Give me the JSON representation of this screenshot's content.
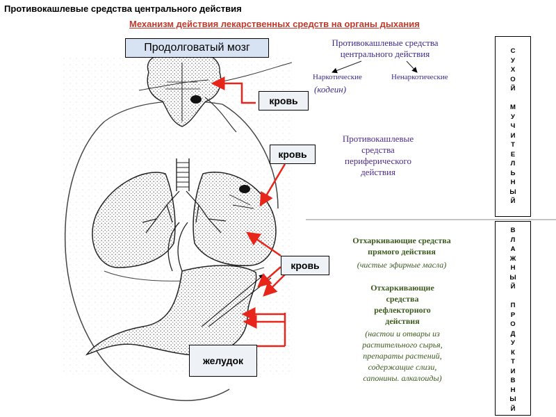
{
  "title": "Противокашлевые средства центрального действия",
  "subtitle": "Механизм действия лекарственных средств на органы дыхания",
  "labels": {
    "medulla": "Продолговатый мозг",
    "blood": "кровь",
    "stomach": "желудок"
  },
  "central": {
    "heading_line1": "Противокашлевые средства",
    "heading_line2": "центрального действия",
    "narcotic": "Наркотические",
    "non_narcotic": "Ненаркотические",
    "codeine": "(кодеин)"
  },
  "peripheral": {
    "line1": "Противокашлевые",
    "line2": "средства",
    "line3": "периферического",
    "line4": "действия"
  },
  "expectorant_direct": {
    "line1": "Отхаркивающие средства",
    "line2": "прямого действия",
    "note": "(чистые эфирные масла)"
  },
  "expectorant_reflex": {
    "line1": "Отхаркивающие",
    "line2": "средства",
    "line3": "рефлекторного",
    "line4": "действия",
    "note1": "(настои и отвары из",
    "note2": "растительного сырья,",
    "note3": "препараты растений,",
    "note4": "содержащие слизи,",
    "note5": "сапонины. алкалоиды)"
  },
  "cough_types": {
    "dry": [
      "С",
      "У",
      "Х",
      "О",
      "Й",
      "",
      "М",
      "У",
      "Ч",
      "И",
      "Т",
      "Е",
      "Л",
      "Ь",
      "Н",
      "Ы",
      "Й"
    ],
    "wet": [
      "В",
      "Л",
      "А",
      "Ж",
      "Н",
      "Ы",
      "Й",
      "",
      "П",
      "Р",
      "О",
      "Д",
      "У",
      "К",
      "Т",
      "И",
      "В",
      "Н",
      "Ы",
      "Й"
    ]
  },
  "colors": {
    "arrow": "#e8251a",
    "subtitle": "#c0392b",
    "text_blue": "#3b2a8c",
    "text_green": "#3b5a1e",
    "label_box": "#d7e3f2"
  }
}
